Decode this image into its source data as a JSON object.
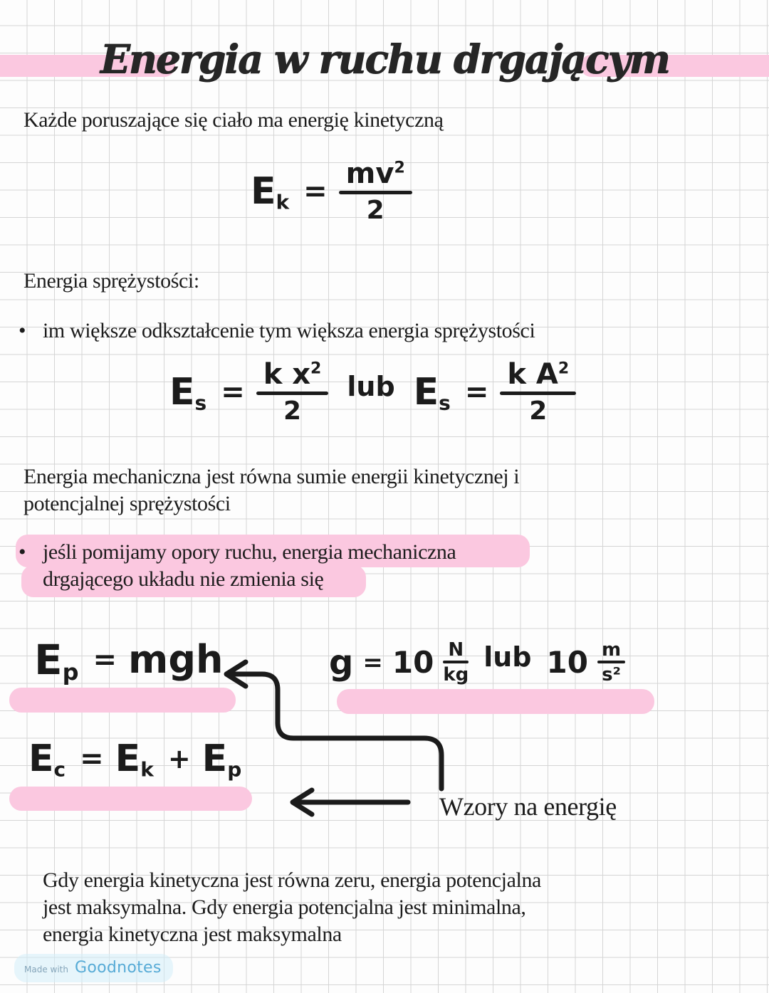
{
  "page": {
    "background": "#fdfdfd",
    "grid_color": "#d5d5d5",
    "highlight_color": "#FBC8E0",
    "ink_color": "#1b1b1b"
  },
  "title": {
    "text": "Energia w ruchu drgającym"
  },
  "intro": {
    "text": "Każde poruszające się ciało ma energię kinetyczną"
  },
  "elastic": {
    "heading": "Energia sprężystości:",
    "bullet_marker": "•",
    "bullet_text": "im większe odkształcenie tym większa energia sprężystości"
  },
  "mechanical": {
    "line1": "Energia mechaniczna jest równa sumie energii kinetycznej i",
    "line2": "potencjalnej sprężystości",
    "bullet_marker": "•",
    "highlight_line1": "jeśli pomijamy opory ruchu, energia mechaniczna",
    "highlight_line2": "drgającego układu nie zmienia się"
  },
  "formulas": {
    "ek": {
      "lhs": "E",
      "sub": "k",
      "eq": "=",
      "num": "mv",
      "pow": "2",
      "den": "2"
    },
    "es1": {
      "lhs": "E",
      "sub": "s",
      "eq": "=",
      "num": "k x",
      "pow": "2",
      "den": "2"
    },
    "lub1": "lub",
    "es2": {
      "lhs": "E",
      "sub": "s",
      "eq": "=",
      "num": "k A",
      "pow": "2",
      "den": "2"
    },
    "ep": {
      "lhs": "E",
      "sub": "p",
      "eq": "=",
      "rhs": "mgh"
    },
    "g": {
      "lhs": "g",
      "eq": "=",
      "val1": "10",
      "num1": "N",
      "den1": "kg",
      "lub": "lub",
      "val2": "10",
      "num2": "m",
      "den2": "s²"
    },
    "ec": {
      "t1": "E",
      "s1": "c",
      "eq": "=",
      "t2": "E",
      "s2": "k",
      "plus": "+",
      "t3": "E",
      "s3": "p"
    }
  },
  "arrow_label": {
    "text": "Wzory na energię"
  },
  "summary": {
    "line1": "Gdy energia kinetyczna jest równa zeru, energia potencjalna",
    "line2": "jest maksymalna. Gdy energia potencjalna jest minimalna,",
    "line3": "energia kinetyczna jest maksymalna"
  },
  "watermark": {
    "made_with": "Made with",
    "brand": "Goodnotes"
  }
}
